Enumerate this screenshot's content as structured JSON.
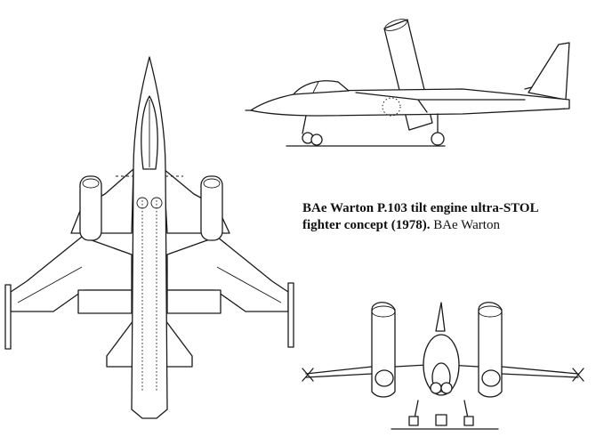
{
  "caption": {
    "title_line1": "BAe Warton P.103 tilt engine ultra-STOL",
    "title_line2": "fighter concept (1978).",
    "credit": "BAe Warton"
  },
  "colors": {
    "ink": "#1a1a1a",
    "background": "#ffffff"
  }
}
